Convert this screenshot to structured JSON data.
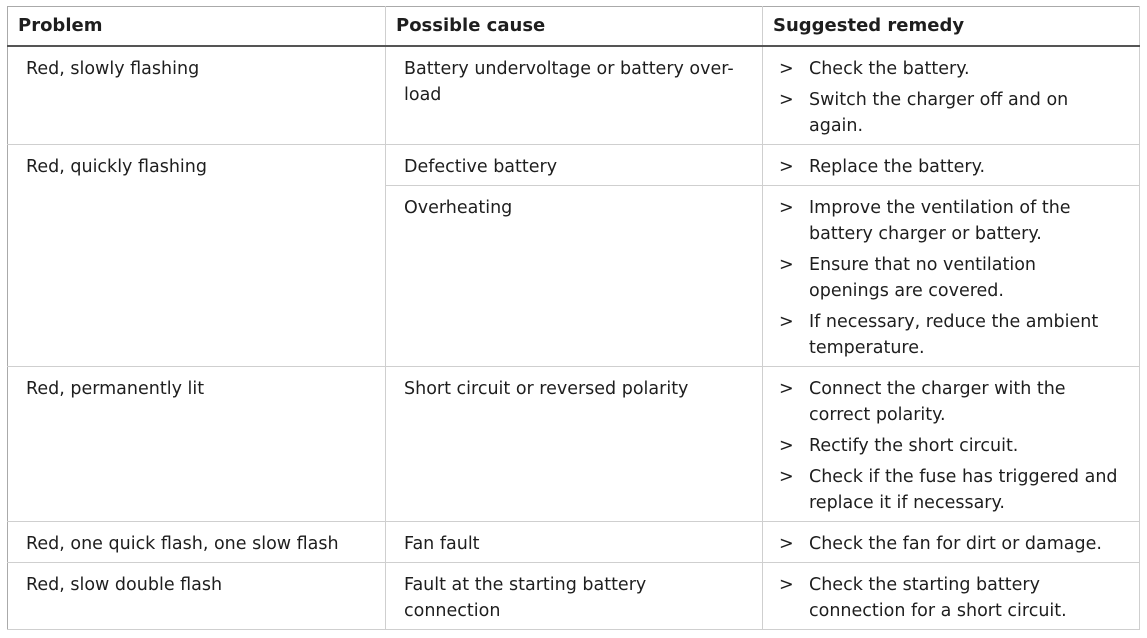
{
  "headers": [
    "Problem",
    "Possible cause",
    "Suggested remedy"
  ],
  "rows": [
    {
      "problem": "Red, slowly flashing",
      "causes": [
        {
          "cause": "Battery undervoltage or battery over-load",
          "remedies": [
            "Check the battery.",
            "Switch the charger off and on again."
          ]
        }
      ]
    },
    {
      "problem": "Red, quickly flashing",
      "causes": [
        {
          "cause": "Defective battery",
          "remedies": [
            "Replace the battery."
          ]
        },
        {
          "cause": "Overheating",
          "remedies": [
            "Improve the ventilation of the battery charger or battery.",
            "Ensure that no ventilation openings are covered.",
            "If necessary, reduce the ambient temperature."
          ]
        }
      ]
    },
    {
      "problem": "Red, permanently lit",
      "causes": [
        {
          "cause": "Short circuit or reversed polarity",
          "remedies": [
            "Connect the charger with the correct polarity.",
            "Rectify the short circuit.",
            "Check if the fuse has triggered and replace it if necessary."
          ]
        }
      ]
    },
    {
      "problem": "Red, one quick flash, one slow flash",
      "causes": [
        {
          "cause": "Fan fault",
          "remedies": [
            "Check the fan for dirt or damage."
          ]
        }
      ]
    },
    {
      "problem": "Red, slow double flash",
      "causes": [
        {
          "cause": "Fault at the starting battery connection",
          "remedies": [
            "Check the starting battery connection for a short circuit."
          ]
        }
      ]
    }
  ],
  "bullet": ">"
}
